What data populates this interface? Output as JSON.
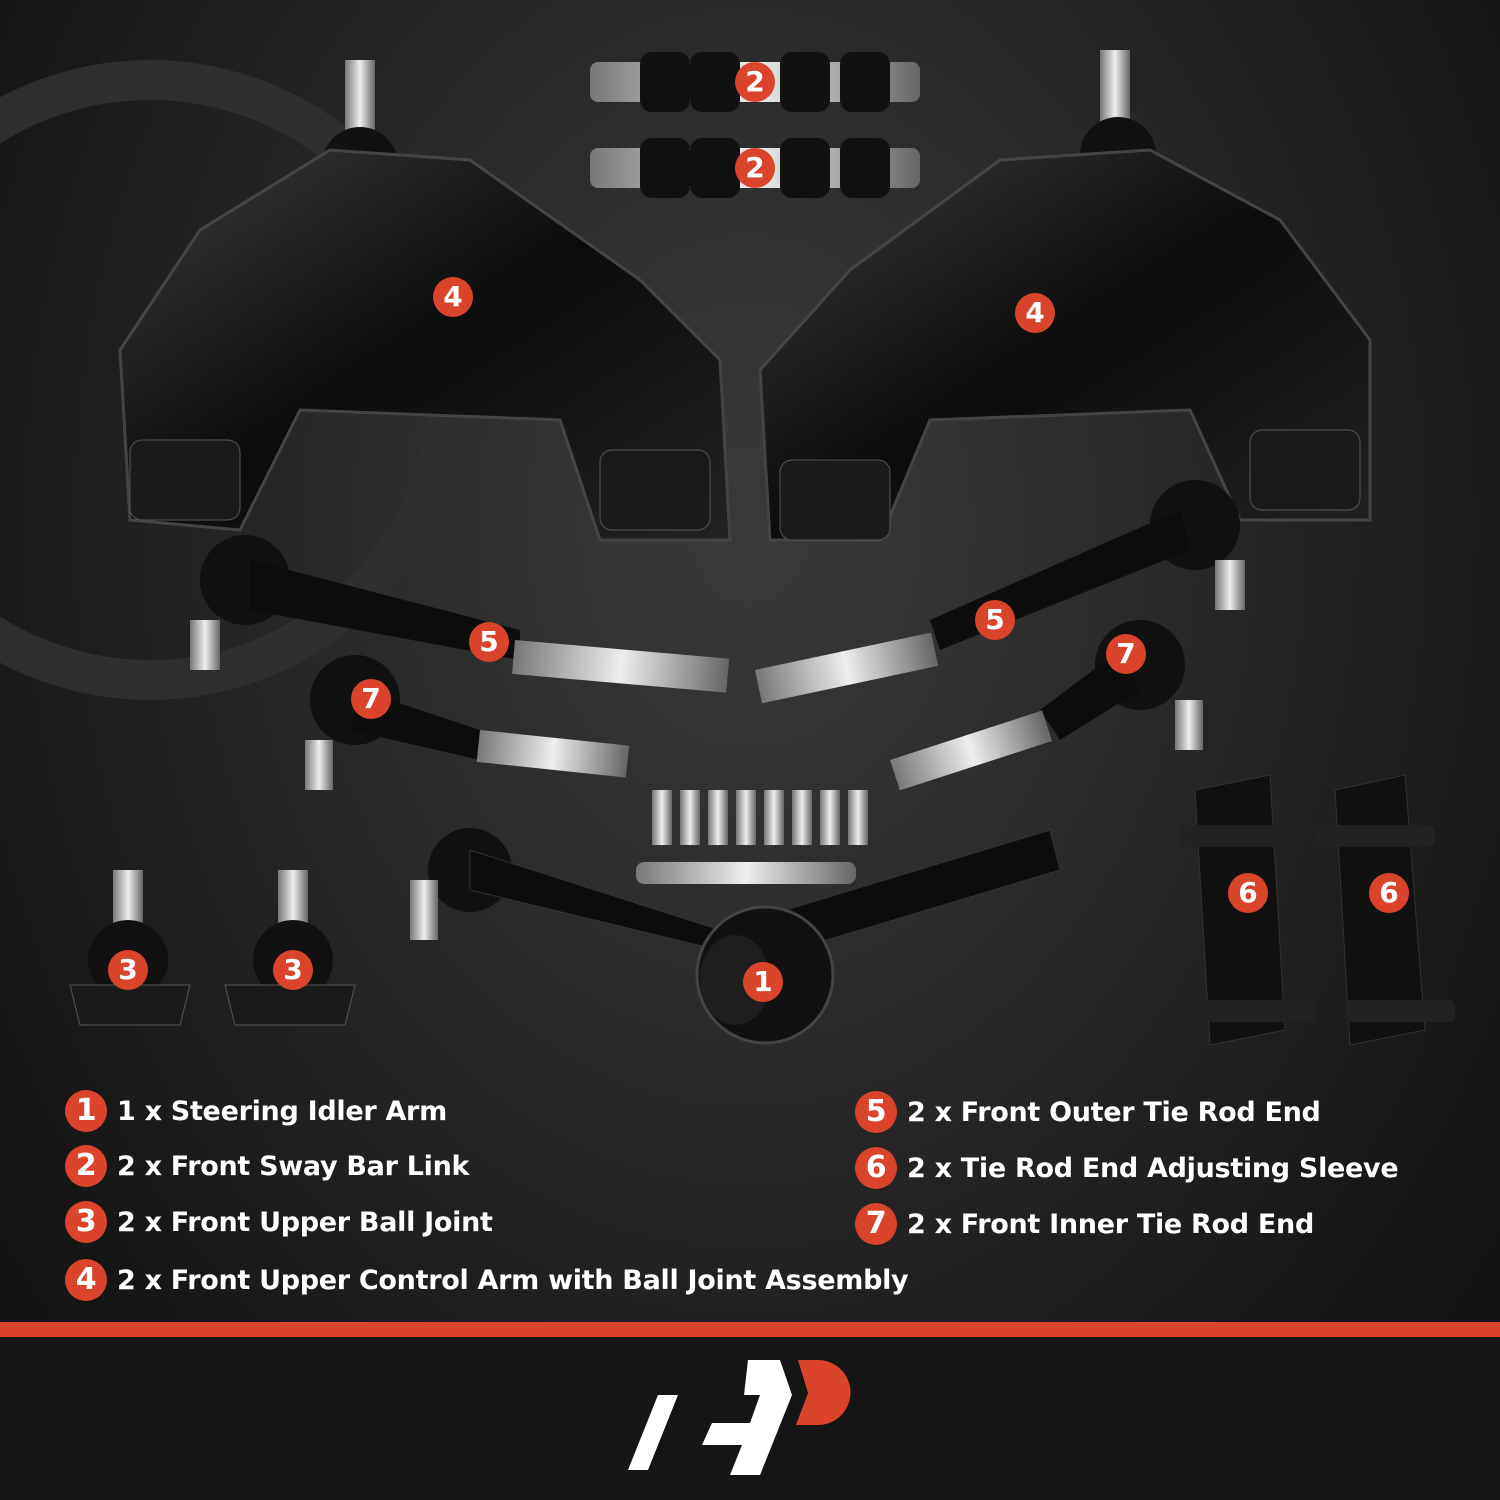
{
  "colors": {
    "accent": "#d9442a",
    "background": "#1c1c1c",
    "text": "#ffffff"
  },
  "part_callouts": [
    {
      "number": "2"
    },
    {
      "number": "2"
    },
    {
      "number": "4"
    },
    {
      "number": "4"
    },
    {
      "number": "5"
    },
    {
      "number": "5"
    },
    {
      "number": "7"
    },
    {
      "number": "7"
    },
    {
      "number": "3"
    },
    {
      "number": "3"
    },
    {
      "number": "1"
    },
    {
      "number": "6"
    },
    {
      "number": "6"
    }
  ],
  "legend": [
    {
      "number": "1",
      "label": "1 x Steering Idler Arm"
    },
    {
      "number": "2",
      "label": "2 x Front Sway Bar Link"
    },
    {
      "number": "3",
      "label": "2 x Front Upper Ball Joint"
    },
    {
      "number": "4",
      "label": "2 x Front Upper Control Arm with Ball Joint Assembly"
    },
    {
      "number": "5",
      "label": "2 x Front Outer Tie Rod End"
    },
    {
      "number": "6",
      "label": "2 x Tie Rod End Adjusting Sleeve"
    },
    {
      "number": "7",
      "label": "2 x Front Inner Tie Rod End"
    }
  ],
  "logo": {
    "name": "brand-logo"
  }
}
